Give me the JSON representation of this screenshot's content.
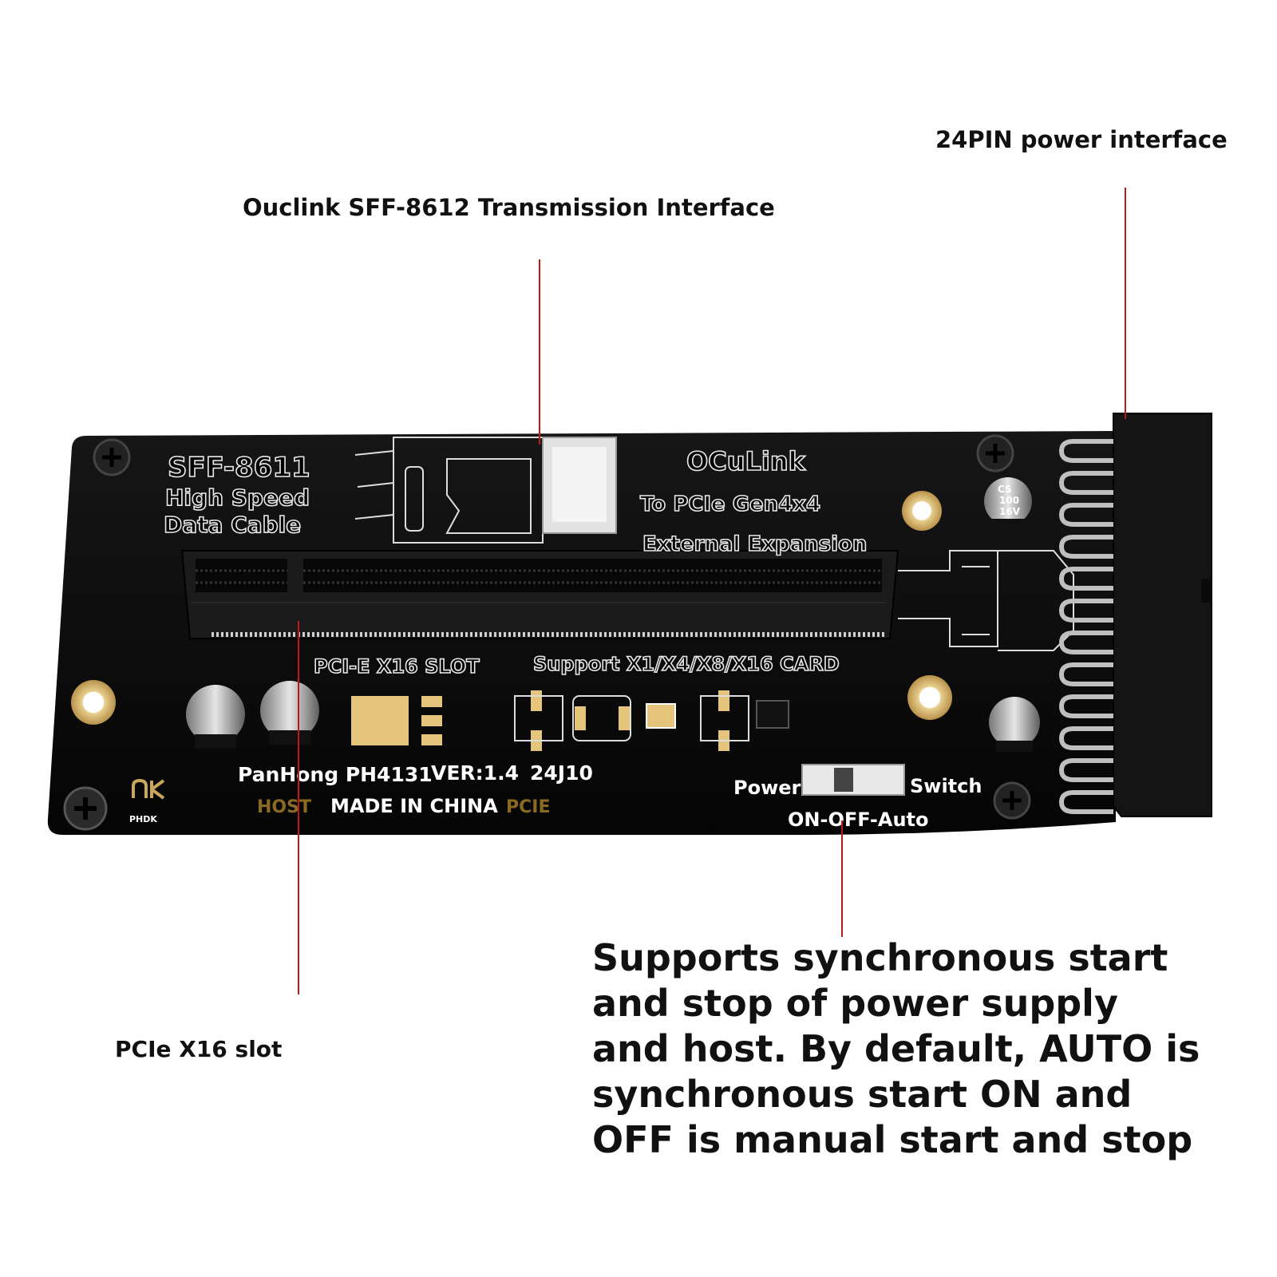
{
  "callouts": {
    "power_24pin": "24PIN power interface",
    "oculink": "Ouclink SFF-8612 Transmission Interface",
    "pcie_slot": "PCIe X16 slot",
    "description": "Supports synchronous start and stop of power supply and host. By default, AUTO is synchronous start ON and OFF is manual start and stop"
  },
  "board": {
    "sff_title": "SFF-8611",
    "sff_line2": "High Speed",
    "sff_line3": "Data Cable",
    "oculink_title": "OCuLink",
    "oculink_line2": "To PCIe Gen4x4",
    "oculink_line3": "External Expansion",
    "slot_label": "PCI-E X16 SLOT",
    "support_label": "Support X1/X4/X8/X16 CARD",
    "model": "PanHong PH4131",
    "version": "VER:1.4",
    "date_code": "24J10",
    "made_in": "MADE IN CHINA",
    "host_label": "HOST",
    "pcie_label": "PCIE",
    "power_label": "Power",
    "switch_label": "Switch",
    "switch_modes": "ON-OFF-Auto",
    "logo_text": "PHDK",
    "cap_marking_1": "CS",
    "cap_marking_2": "100",
    "cap_marking_3": "16V"
  },
  "colors": {
    "pcb": "#0d0d0d",
    "silkscreen": "#ffffff",
    "leader_line": "#b71c1c",
    "gold_pad": "#d9b56a",
    "text": "#111111"
  }
}
